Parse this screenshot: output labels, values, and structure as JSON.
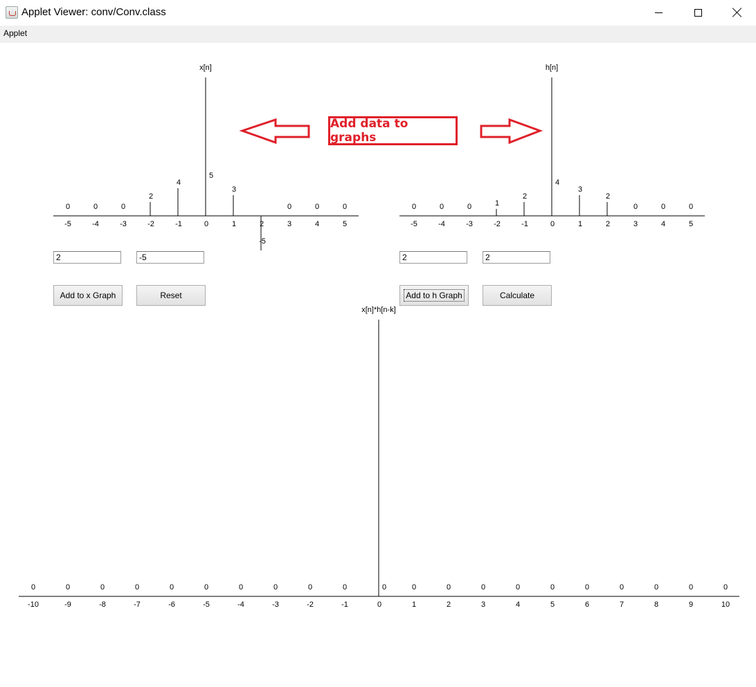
{
  "window": {
    "title": "Applet Viewer: conv/Conv.class",
    "controls": [
      "minimize",
      "maximize",
      "close"
    ]
  },
  "menu": {
    "items": [
      "Applet"
    ]
  },
  "graphs": {
    "x": {
      "label": "x[n]",
      "n": [
        -5,
        -4,
        -3,
        -2,
        -1,
        0,
        1,
        2,
        3,
        4,
        5
      ],
      "values": [
        0,
        0,
        0,
        2,
        4,
        5,
        3,
        -5,
        0,
        0,
        0
      ]
    },
    "h": {
      "label": "h[n]",
      "n": [
        -5,
        -4,
        -3,
        -2,
        -1,
        0,
        1,
        2,
        3,
        4,
        5
      ],
      "values": [
        0,
        0,
        0,
        1,
        2,
        4,
        3,
        2,
        0,
        0,
        0
      ]
    },
    "y": {
      "label": "x[n]*h[n-k]",
      "n": [
        -10,
        -9,
        -8,
        -7,
        -6,
        -5,
        -4,
        -3,
        -2,
        -1,
        0,
        1,
        2,
        3,
        4,
        5,
        6,
        7,
        8,
        9,
        10
      ],
      "values": [
        0,
        0,
        0,
        0,
        0,
        0,
        0,
        0,
        0,
        0,
        0,
        0,
        0,
        0,
        0,
        0,
        0,
        0,
        0,
        0,
        0
      ]
    }
  },
  "controls": {
    "x_index_field": "2",
    "x_value_field": "-5",
    "h_index_field": "2",
    "h_value_field": "2",
    "add_x_label": "Add to x Graph",
    "reset_label": "Reset",
    "add_h_label": "Add to h Graph",
    "calculate_label": "Calculate"
  },
  "annotation": {
    "text": "Add data to graphs",
    "color": "#e0202a"
  }
}
